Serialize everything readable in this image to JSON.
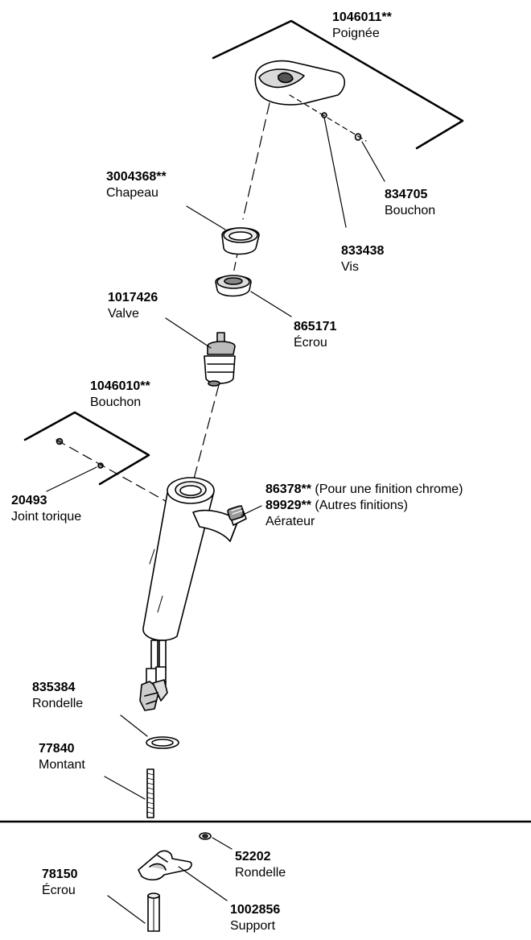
{
  "labels": {
    "handle": {
      "number": "1046011**",
      "name": "Poignée"
    },
    "button_plug": {
      "number": "834705",
      "name": "Bouchon"
    },
    "screw": {
      "number": "833438",
      "name": "Vis"
    },
    "cap": {
      "number": "3004368**",
      "name": "Chapeau"
    },
    "valve": {
      "number": "1017426",
      "name": "Valve"
    },
    "nut": {
      "number": "865171",
      "name": "Écrou"
    },
    "plug": {
      "number": "1046010**",
      "name": "Bouchon"
    },
    "oring": {
      "number": "20493",
      "name": "Joint torique"
    },
    "aerator": {
      "line1_number": "86378**",
      "line1_note": "(Pour une finition chrome)",
      "line2_number": "89929**",
      "line2_note": "(Autres finitions)",
      "name": "Aérateur"
    },
    "washer": {
      "number": "835384",
      "name": "Rondelle"
    },
    "stud": {
      "number": "77840",
      "name": "Montant"
    },
    "washer2": {
      "number": "52202",
      "name": "Rondelle"
    },
    "nut2": {
      "number": "78150",
      "name": "Écrou"
    },
    "bracket": {
      "number": "1002856",
      "name": "Support"
    }
  }
}
